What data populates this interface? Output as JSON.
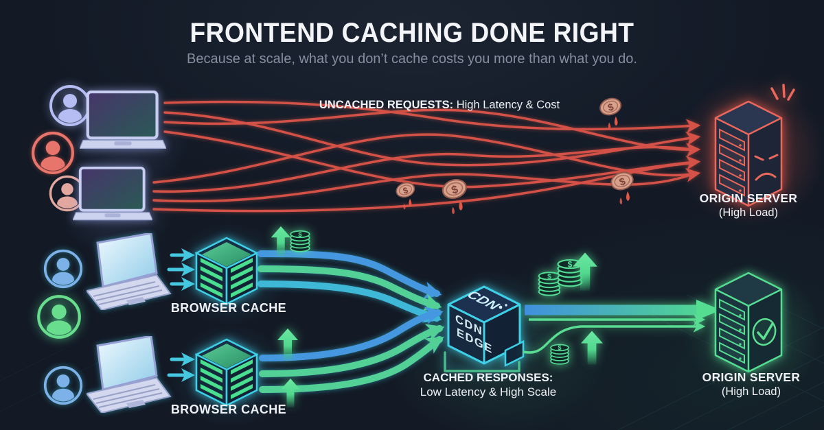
{
  "header": {
    "title": "FRONTEND CACHING DONE RIGHT",
    "subtitle": "Because at scale, what you don’t cache costs you more than what you do."
  },
  "uncached_flow": {
    "label": {
      "emphasis": "UNCACHED REQUESTS:",
      "detail": "High Latency & Cost"
    },
    "origin_server": {
      "name": "ORIGIN SERVER",
      "load": "(High Load)"
    }
  },
  "cached_flow": {
    "browser_caches": [
      {
        "label": "BROWSER CACHE"
      },
      {
        "label": "BROWSER CACHE"
      }
    ],
    "cdn": {
      "logo": "CDN",
      "face_line1": "CDN",
      "face_line2": "EDGE"
    },
    "label": {
      "emphasis": "CACHED RESPONSES:",
      "detail": "Low Latency & High Scale"
    },
    "origin_server": {
      "name": "ORIGIN SERVER",
      "load": "(High Load)"
    }
  },
  "icons": {
    "dollar": "$"
  },
  "palette": {
    "background": "#131a26",
    "uncached_red": "#e2564a",
    "cached_blue": "#4598e0",
    "cached_green": "#52d096",
    "neon_cyan": "#3fd0e8",
    "coin_copper": "#d8a18c",
    "title_text": "#f3f5f8",
    "subtitle_text": "#868f9f"
  }
}
